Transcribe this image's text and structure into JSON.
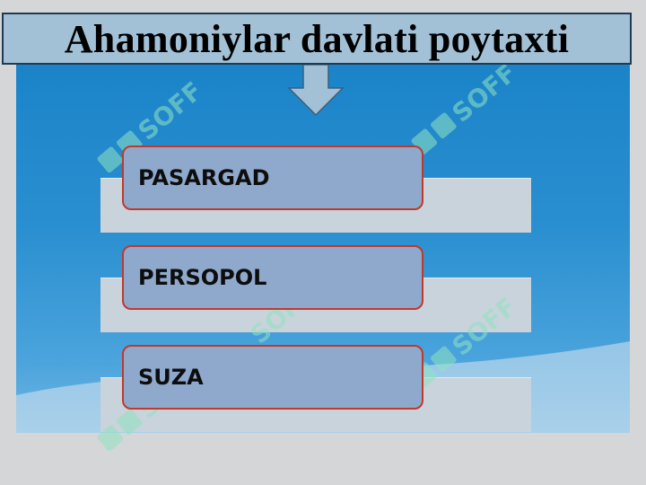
{
  "title": "Ahamoniylar davlati poytaxti",
  "items": [
    {
      "label": "PASARGAD"
    },
    {
      "label": "PERSOPOL"
    },
    {
      "label": "SUZA"
    }
  ],
  "colors": {
    "panel": "#2a8fd0",
    "title_box": "#a3c1d6",
    "item_box": "#8fa9cc",
    "item_border": "#c0392b",
    "band": "#c9d3db",
    "watermark": "#8fe3c2"
  },
  "watermark_text": "SOFF"
}
